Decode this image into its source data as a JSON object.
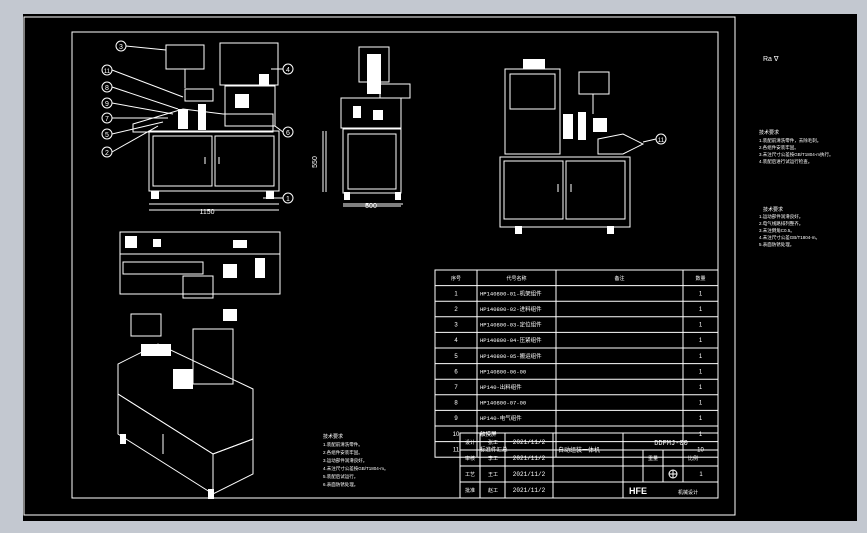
{
  "drawing": {
    "balloons": [
      "3",
      "11",
      "8",
      "9",
      "7",
      "5",
      "2",
      "4",
      "6",
      "1",
      "11"
    ],
    "dimensions": {
      "front_width": "1150",
      "side_height": "550",
      "side_width": "500"
    },
    "corner_mark": "Ra ∇"
  },
  "notes": {
    "right_block_1": [
      "技术要求",
      "1.装配前清洗零件，去除毛刺。",
      "2.各组件安装牢固。",
      "3.未注尺寸公差按GB/T1804-m执行。",
      "4.装配后进行试运行检查。"
    ],
    "right_block_2": [
      "技术要求",
      "1.运动部件润滑良好。",
      "2.电气线路排列整齐。",
      "3.未注倒角C0.5。",
      "4.未注尺寸公差GB/T1804-m。",
      "5.表面防锈处理。"
    ],
    "bottom_block": [
      "技术要求",
      "1.装配前清洗零件。",
      "2.各组件安装牢固。",
      "3.运动部件润滑良好。",
      "4.未注尺寸公差按GB/T1804-m。",
      "5.装配后试运行。",
      "6.表面防锈处理。"
    ]
  },
  "bom": {
    "headers": [
      "序号",
      "代号名称",
      "备注",
      "数量"
    ],
    "rows": [
      {
        "no": "1",
        "name": "HP140800-01-机架组件",
        "qty": "1"
      },
      {
        "no": "2",
        "name": "HP140800-02-进料组件",
        "qty": "1"
      },
      {
        "no": "3",
        "name": "HP140800-03-定位组件",
        "qty": "1"
      },
      {
        "no": "4",
        "name": "HP140800-04-压紧组件",
        "qty": "1"
      },
      {
        "no": "5",
        "name": "HP140800-05-搬运组件",
        "qty": "1"
      },
      {
        "no": "6",
        "name": "HP140800-06-00",
        "qty": "1"
      },
      {
        "no": "7",
        "name": "HP140-出料组件",
        "qty": "1"
      },
      {
        "no": "8",
        "name": "HP140800-07-00",
        "qty": "1"
      },
      {
        "no": "9",
        "name": "HP140-电气组件",
        "qty": "1"
      },
      {
        "no": "10",
        "name": "触摸屏",
        "qty": "1"
      },
      {
        "no": "11",
        "name": "标准件汇总",
        "qty": "10"
      }
    ]
  },
  "title_block": {
    "roles": [
      "设计",
      "审核",
      "工艺",
      "批准"
    ],
    "names": [
      "张工",
      "李工",
      "王工",
      "赵工"
    ],
    "dates": [
      "2021/11/2",
      "2021/11/2",
      "2021/11/2",
      "2021/11/2"
    ],
    "drawing_title": "自动组装一体机",
    "drawing_no": "DDFMJ-00",
    "scale_labels": [
      "重量",
      "比例"
    ],
    "scale_value": "1",
    "company": "HFE",
    "company_text": "机械设计"
  }
}
